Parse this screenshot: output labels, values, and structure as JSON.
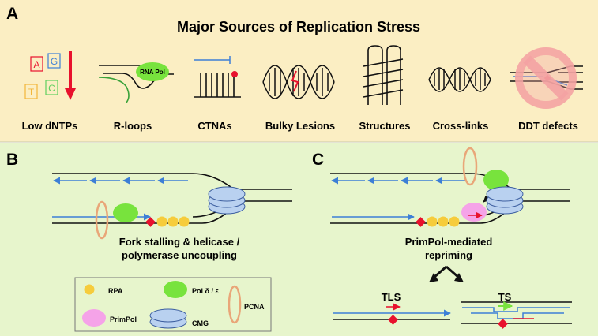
{
  "panels": {
    "a": {
      "letter": "A",
      "title": "Major Sources of Replication Stress",
      "nucleotides": [
        "A",
        "G",
        "T",
        "C"
      ],
      "rna_pol": "RNA Pol",
      "sources": [
        "Low dNTPs",
        "R-loops",
        "CTNAs",
        "Bulky Lesions",
        "Structures",
        "Cross-links",
        "DDT defects"
      ]
    },
    "b": {
      "letter": "B",
      "caption_line1": "Fork stalling & helicase /",
      "caption_line2": "polymerase uncoupling"
    },
    "c": {
      "letter": "C",
      "caption_line1": "PrimPol-mediated",
      "caption_line2": "repriming",
      "tls": "TLS",
      "ts": "TS"
    }
  },
  "legend": {
    "rpa": "RPA",
    "pol": "Pol δ / ε",
    "pcna": "PCNA",
    "primpol": "PrimPol",
    "cmg": "CMG"
  },
  "colors": {
    "panel_a_bg": "#fbeec3",
    "panel_bc_bg": "#e7f5cc",
    "dna": "#111111",
    "nascent": "#3d7fd6",
    "lesion": "#e8112d",
    "rpa": "#f6cc3c",
    "pol": "#78e33d",
    "primpol": "#f5a3e8",
    "cmg": "#b9d1f0",
    "pcna": "#e9a678",
    "ddt_sign": "#f4a3a3"
  }
}
